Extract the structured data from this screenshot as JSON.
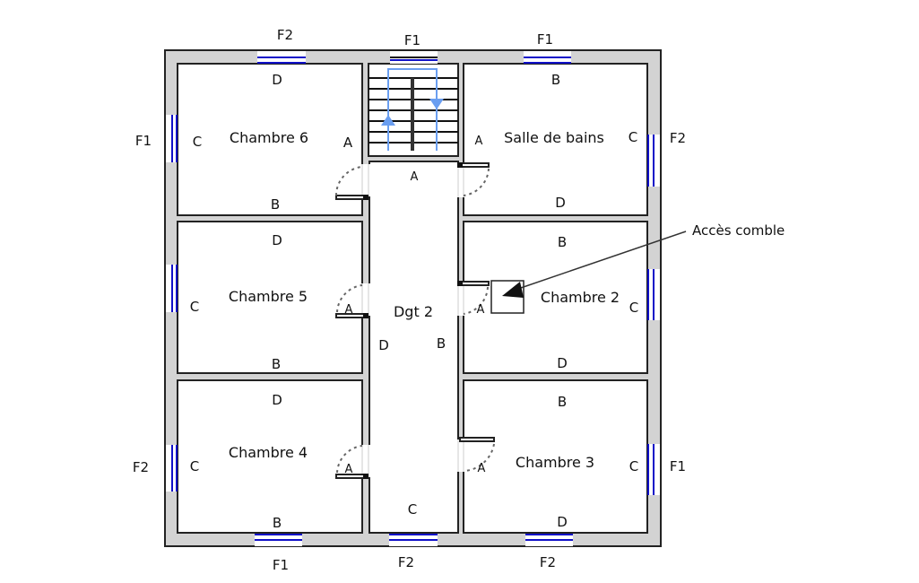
{
  "title": "Plan étage - chambres",
  "colors": {
    "wall_fill": "#d3d3d3",
    "wall_stroke": "#222222",
    "window": "#1010c8",
    "stair_arrow": "#6a9ef0"
  },
  "rooms": [
    {
      "id": "chambre6",
      "name": "Chambre 6",
      "walls": {
        "top": "D",
        "left": "C",
        "right": "A",
        "bottom": "B"
      }
    },
    {
      "id": "chambre5",
      "name": "Chambre 5",
      "walls": {
        "top": "D",
        "left": "C",
        "right": "A",
        "bottom": "B"
      }
    },
    {
      "id": "chambre4",
      "name": "Chambre 4",
      "walls": {
        "top": "D",
        "left": "C",
        "right": "A",
        "bottom": "B"
      }
    },
    {
      "id": "salle-de-bains",
      "name": "Salle de bains",
      "walls": {
        "top": "B",
        "left": "A",
        "right": "C",
        "bottom": "D"
      }
    },
    {
      "id": "chambre2",
      "name": "Chambre 2",
      "walls": {
        "top": "B",
        "left": "A",
        "right": "C",
        "bottom": "D"
      }
    },
    {
      "id": "chambre3",
      "name": "Chambre 3",
      "walls": {
        "top": "B",
        "left": "A",
        "right": "C",
        "bottom": "D"
      }
    },
    {
      "id": "dgt2",
      "name": "Dgt 2",
      "walls": {
        "top": "A",
        "left": "D",
        "right": "B",
        "bottom": "C"
      }
    }
  ],
  "windows": {
    "top": [
      "F2",
      "F1",
      "F1"
    ],
    "bottom": [
      "F1",
      "F2",
      "F2"
    ],
    "left": [
      "F1",
      "F2"
    ],
    "right": [
      "F2",
      "F1"
    ]
  },
  "annotation": {
    "label": "Accès comble",
    "target": "Chambre 2"
  }
}
